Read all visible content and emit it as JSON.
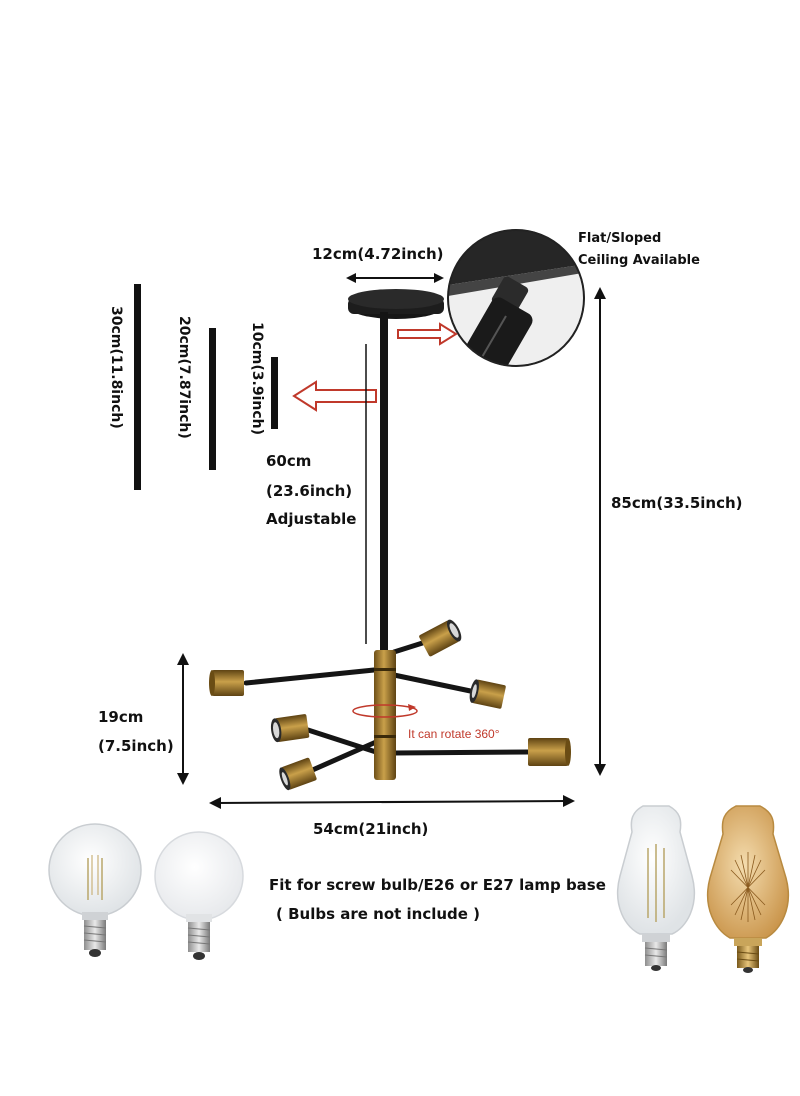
{
  "dims": {
    "base_width": "12cm(4.72inch)",
    "ceiling_line1": "Flat/Sloped",
    "ceiling_line2": "Ceiling Available",
    "rod_30": "30cm(11.8inch)",
    "rod_20": "20cm(7.87inch)",
    "rod_10": "10cm(3.9inch)",
    "adjust_line1": "60cm",
    "adjust_line2": "(23.6inch)",
    "adjust_line3": "Adjustable",
    "total_height": "85cm(33.5inch)",
    "fixture_height_line1": "19cm",
    "fixture_height_line2": "(7.5inch)",
    "rotate": "It can rotate 360°",
    "width": "54cm(21inch)"
  },
  "bulbs": {
    "fit_text": "Fit for screw bulb/E26 or E27 lamp base",
    "note": "( Bulbs are not include )"
  },
  "colors": {
    "metal": "#1a1a1a",
    "brass": "#a9802e",
    "arrow_red": "#c0392b",
    "filament": "#d9a441"
  }
}
